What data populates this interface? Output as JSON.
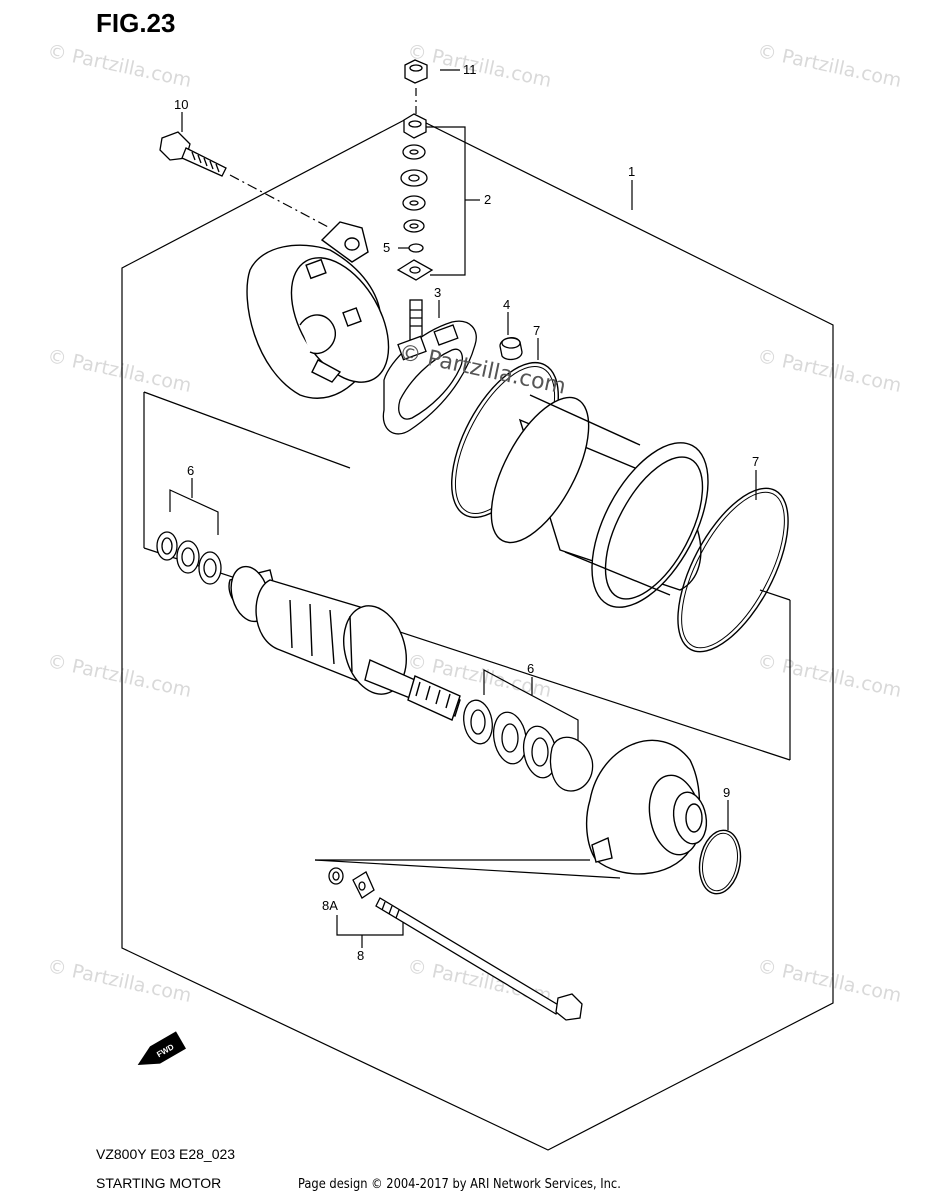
{
  "figure": {
    "title": "FIG.23"
  },
  "callouts": {
    "c1": "1",
    "c2": "2",
    "c3": "3",
    "c4": "4",
    "c5": "5",
    "c6a": "6",
    "c6b": "6",
    "c7a": "7",
    "c7b": "7",
    "c8": "8",
    "c8a": "8A",
    "c9": "9",
    "c10": "10",
    "c11": "11"
  },
  "watermark": {
    "text": "© Partzilla.com",
    "center_text": "© Partzilla.com"
  },
  "fwd_label": "FWD",
  "footer": {
    "model_code": "VZ800Y E03 E28_023",
    "assembly_name": "STARTING MOTOR",
    "credit": "Page design © 2004-2017 by ARI Network Services, Inc."
  }
}
